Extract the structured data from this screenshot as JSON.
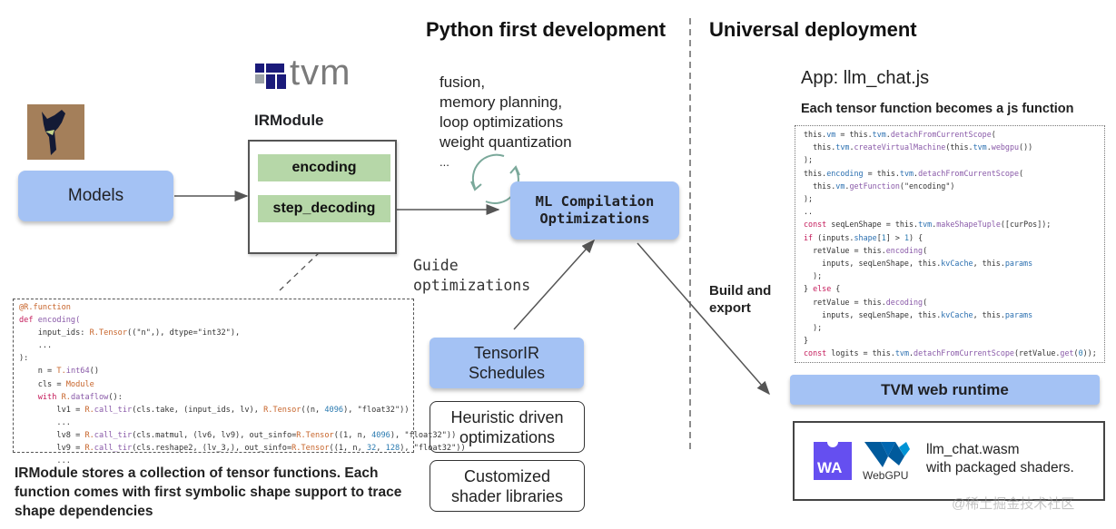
{
  "headings": {
    "python_first": "Python first development",
    "universal": "Universal deployment"
  },
  "tvm_logo": {
    "text": "tvm",
    "icon": "tvm-logo-icon",
    "color_square": "#1a1a7a",
    "color_text": "#7a7a7a"
  },
  "models": {
    "icon": "llama-icon",
    "label": "Models"
  },
  "irmodule": {
    "title": "IRModule",
    "functions": [
      "encoding",
      "step_decoding"
    ]
  },
  "optimizations": {
    "items": [
      "fusion,",
      "memory planning,",
      "loop optimizations",
      "weight quantization",
      "..."
    ],
    "cycle_icon": "refresh-cycle-icon"
  },
  "ml_compilation": {
    "line1": "ML Compilation",
    "line2": "Optimizations"
  },
  "guide": {
    "line1": "Guide",
    "line2": "optimizations"
  },
  "tensorir": {
    "line1": "TensorIR",
    "line2": "Schedules"
  },
  "heuristic": {
    "line1": "Heuristic driven",
    "line2": "optimizations"
  },
  "shader_libs": {
    "line1": "Customized",
    "line2": "shader libraries"
  },
  "python_code": [
    [
      {
        "t": "@R.function",
        "c": "mod"
      }
    ],
    [
      {
        "t": "def ",
        "c": "kw"
      },
      {
        "t": "encoding(",
        "c": "fn"
      }
    ],
    [
      {
        "t": "    input_ids: "
      },
      {
        "t": "R.",
        "c": "mod"
      },
      {
        "t": "Tensor",
        "c": "mod"
      },
      {
        "t": "((\"n\",), dtype=\"int32\"),"
      }
    ],
    [
      {
        "t": "    ..."
      }
    ],
    [
      {
        "t": "):"
      }
    ],
    [
      {
        "t": "    n = "
      },
      {
        "t": "T.",
        "c": "mod"
      },
      {
        "t": "int64",
        "c": "fn"
      },
      {
        "t": "()"
      }
    ],
    [
      {
        "t": "    cls = "
      },
      {
        "t": "Module",
        "c": "mod"
      }
    ],
    [
      {
        "t": "    "
      },
      {
        "t": "with ",
        "c": "kw"
      },
      {
        "t": "R.",
        "c": "mod"
      },
      {
        "t": "dataflow",
        "c": "fn"
      },
      {
        "t": "():"
      }
    ],
    [
      {
        "t": "        lv1 = "
      },
      {
        "t": "R.",
        "c": "mod"
      },
      {
        "t": "call_tir",
        "c": "fn"
      },
      {
        "t": "(cls.take, (input_ids, lv), "
      },
      {
        "t": "R.",
        "c": "mod"
      },
      {
        "t": "Tensor",
        "c": "mod"
      },
      {
        "t": "((n, "
      },
      {
        "t": "4096",
        "c": "num"
      },
      {
        "t": "), \"float32\"))"
      }
    ],
    [
      {
        "t": "        ..."
      }
    ],
    [
      {
        "t": "        lv8 = "
      },
      {
        "t": "R.",
        "c": "mod"
      },
      {
        "t": "call_tir",
        "c": "fn"
      },
      {
        "t": "(cls.matmul, (lv6, lv9), out_sinfo="
      },
      {
        "t": "R.",
        "c": "mod"
      },
      {
        "t": "Tensor",
        "c": "mod"
      },
      {
        "t": "((1, n, "
      },
      {
        "t": "4096",
        "c": "num"
      },
      {
        "t": "), \"float32\"))"
      }
    ],
    [
      {
        "t": "        lv9 = "
      },
      {
        "t": "R.",
        "c": "mod"
      },
      {
        "t": "call_tir",
        "c": "fn"
      },
      {
        "t": "(cls.reshape2, (lv_3,), out_sinfo="
      },
      {
        "t": "R.",
        "c": "mod"
      },
      {
        "t": "Tensor",
        "c": "mod"
      },
      {
        "t": "((1, n, "
      },
      {
        "t": "32",
        "c": "num"
      },
      {
        "t": ", "
      },
      {
        "t": "128",
        "c": "num"
      },
      {
        "t": "), \"float32\"))"
      }
    ],
    [
      {
        "t": "        ..."
      }
    ]
  ],
  "irmodule_caption": "IRModule stores a collection of tensor functions. Each function comes with first symbolic shape support to trace shape dependencies",
  "app": {
    "title": "App: llm_chat.js",
    "subtitle": "Each tensor function becomes a js function"
  },
  "js_code": [
    [
      {
        "t": "this."
      },
      {
        "t": "vm",
        "c": "prop"
      },
      {
        "t": " = this."
      },
      {
        "t": "tvm",
        "c": "prop"
      },
      {
        "t": "."
      },
      {
        "t": "detachFromCurrentScope",
        "c": "fn"
      },
      {
        "t": "("
      }
    ],
    [
      {
        "t": "  this."
      },
      {
        "t": "tvm",
        "c": "prop"
      },
      {
        "t": "."
      },
      {
        "t": "createVirtualMachine",
        "c": "fn"
      },
      {
        "t": "(this."
      },
      {
        "t": "tvm",
        "c": "prop"
      },
      {
        "t": "."
      },
      {
        "t": "webgpu",
        "c": "fn"
      },
      {
        "t": "())"
      }
    ],
    [
      {
        "t": ");"
      }
    ],
    [
      {
        "t": "this."
      },
      {
        "t": "encoding",
        "c": "prop"
      },
      {
        "t": " = this."
      },
      {
        "t": "tvm",
        "c": "prop"
      },
      {
        "t": "."
      },
      {
        "t": "detachFromCurrentScope",
        "c": "fn"
      },
      {
        "t": "("
      }
    ],
    [
      {
        "t": "  this."
      },
      {
        "t": "vm",
        "c": "prop"
      },
      {
        "t": "."
      },
      {
        "t": "getFunction",
        "c": "fn"
      },
      {
        "t": "(\"encoding\")"
      }
    ],
    [
      {
        "t": ");"
      }
    ],
    [
      {
        "t": ".."
      }
    ],
    [
      {
        "t": "const ",
        "c": "kw"
      },
      {
        "t": "seqLenShape = this."
      },
      {
        "t": "tvm",
        "c": "prop"
      },
      {
        "t": "."
      },
      {
        "t": "makeShapeTuple",
        "c": "fn"
      },
      {
        "t": "([curPos]);"
      }
    ],
    [
      {
        "t": "if ",
        "c": "kw"
      },
      {
        "t": "(inputs."
      },
      {
        "t": "shape",
        "c": "prop"
      },
      {
        "t": "["
      },
      {
        "t": "1",
        "c": "num"
      },
      {
        "t": "] > "
      },
      {
        "t": "1",
        "c": "num"
      },
      {
        "t": ") {"
      }
    ],
    [
      {
        "t": "  retValue = this."
      },
      {
        "t": "encoding",
        "c": "fn"
      },
      {
        "t": "("
      }
    ],
    [
      {
        "t": "    inputs, seqLenShape, this."
      },
      {
        "t": "kvCache",
        "c": "prop"
      },
      {
        "t": ", this."
      },
      {
        "t": "params",
        "c": "prop"
      }
    ],
    [
      {
        "t": "  );"
      }
    ],
    [
      {
        "t": "} "
      },
      {
        "t": "else",
        "c": "kw"
      },
      {
        "t": " {"
      }
    ],
    [
      {
        "t": "  retValue = this."
      },
      {
        "t": "decoding",
        "c": "fn"
      },
      {
        "t": "("
      }
    ],
    [
      {
        "t": "    inputs, seqLenShape, this."
      },
      {
        "t": "kvCache",
        "c": "prop"
      },
      {
        "t": ", this."
      },
      {
        "t": "params",
        "c": "prop"
      }
    ],
    [
      {
        "t": "  );"
      }
    ],
    [
      {
        "t": "}"
      }
    ],
    [
      {
        "t": "const ",
        "c": "kw"
      },
      {
        "t": "logits = this."
      },
      {
        "t": "tvm",
        "c": "prop"
      },
      {
        "t": "."
      },
      {
        "t": "detachFromCurrentScope",
        "c": "fn"
      },
      {
        "t": "(retValue."
      },
      {
        "t": "get",
        "c": "fn"
      },
      {
        "t": "("
      },
      {
        "t": "0",
        "c": "num"
      },
      {
        "t": "));"
      }
    ]
  ],
  "build_export": {
    "line1": "Build and",
    "line2": "export"
  },
  "runtime": {
    "label": "TVM web runtime"
  },
  "wasm_box": {
    "wa_label": "WA",
    "webgpu_label": "WebGPU",
    "line1": "llm_chat.wasm",
    "line2": "with packaged shaders."
  },
  "watermark": "@稀土掘金技术社区",
  "colors": {
    "blue_box": "#a4c2f4",
    "green_bar": "#b6d7a8",
    "wa_purple": "#654ff0",
    "webgpu_blue": "#005a9c",
    "cycle_teal": "#7aa89a"
  }
}
